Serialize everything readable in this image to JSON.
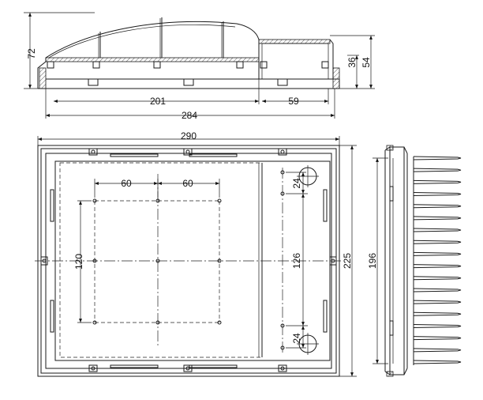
{
  "dimensions": {
    "top_height_total": "72",
    "top_height_box": "54",
    "top_height_inner": "36",
    "top_len_left": "201",
    "top_len_right": "59",
    "top_len_overall": "284",
    "front_width": "290",
    "front_height": "225",
    "hole_spacing_h1": "60",
    "hole_spacing_h2": "60",
    "hole_spacing_v": "120",
    "right_hole_spacing": "126",
    "right_top_offset": "24",
    "right_bottom_offset": "24",
    "side_height": "196"
  }
}
